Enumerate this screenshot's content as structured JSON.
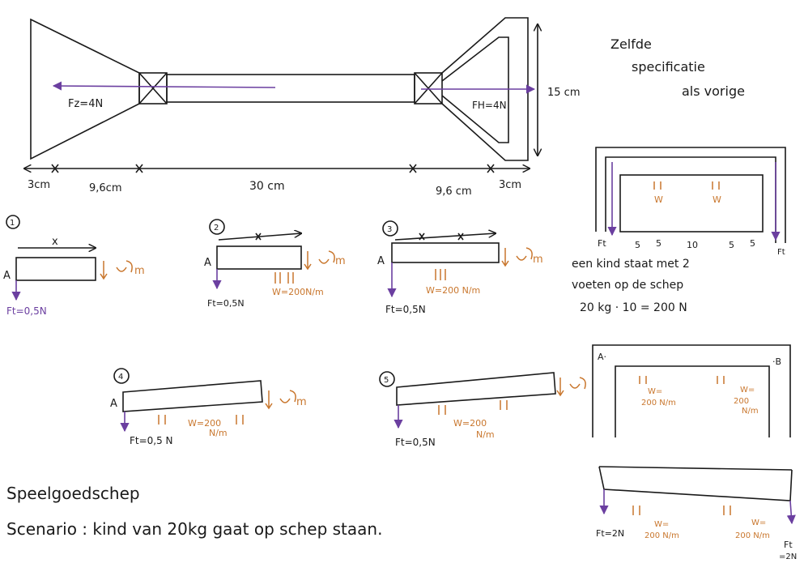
{
  "colors": {
    "ink": "#1a1a1a",
    "purple": "#6b3fa0",
    "orange": "#c9772e"
  },
  "top": {
    "fz": "Fz=4N",
    "fh": "FH=4N",
    "height": "15 cm",
    "dims": [
      "3cm",
      "9,6cm",
      "30 cm",
      "9,6 cm",
      "3cm"
    ]
  },
  "note": {
    "line1": "Zelfde",
    "line2": "specificatie",
    "line3": "als vorige"
  },
  "diagrams": {
    "d1": {
      "num": "1",
      "a": "A",
      "x": "x",
      "ft": "Ft=0,5N"
    },
    "d2": {
      "num": "2",
      "a": "A",
      "ft": "Ft=0,5N",
      "w": "W=200N/m"
    },
    "d3": {
      "num": "3",
      "a": "A",
      "ft": "Ft=0,5N",
      "w": "W=200 N/m"
    },
    "d4": {
      "num": "4",
      "a": "A",
      "ft": "Ft=0,5 N",
      "w1": "W=200",
      "w2": "N/m"
    },
    "d5": {
      "num": "5",
      "ft": "Ft=0,5N",
      "w1": "W=200",
      "w2": "N/m"
    }
  },
  "frame1": {
    "w": "W",
    "w2": "W",
    "ft": "Ft",
    "ft2": "Ft",
    "dims": [
      "5",
      "5",
      "10",
      "5",
      "5"
    ],
    "caption1": "een kind staat met 2",
    "caption2": "voeten op de schep",
    "caption3": "20 kg · 10 = 200 N"
  },
  "frame2": {
    "a": "A·",
    "b": "·B",
    "w1a": "W=",
    "w1b": "200 N/m",
    "w2a": "W=",
    "w2b": "200",
    "w2c": "N/m"
  },
  "frame3": {
    "ftl": "Ft=2N",
    "w1a": "W=",
    "w1b": "200 N/m",
    "w2a": "W=",
    "w2b": "200 N/m",
    "ftr1": "Ft",
    "ftr2": "=2N"
  },
  "footer": {
    "title": "Speelgoedschep",
    "scenario": "Scenario : kind van 20kg gaat op schep staan."
  }
}
